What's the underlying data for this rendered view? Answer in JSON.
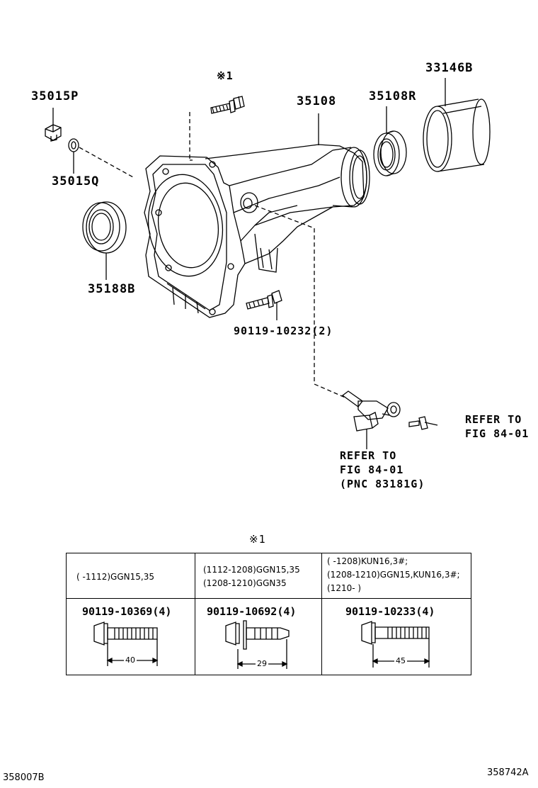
{
  "parts": {
    "p33146B": "33146B",
    "p35015P": "35015P",
    "p35108": "35108",
    "p35108R": "35108R",
    "p35015Q": "35015Q",
    "p35188B": "35188B",
    "p90119_10232": "90119-10232(2)",
    "note_mark": "※1"
  },
  "refer_right": {
    "line1": "REFER TO",
    "line2": "FIG 84-01"
  },
  "refer_bottom": {
    "line1": "REFER TO",
    "line2": "FIG 84-01",
    "line3": "(PNC 83181G)"
  },
  "table": {
    "mark": "※1",
    "columns": [
      {
        "applicability": [
          "(      -1112)GGN15,35"
        ],
        "part_number": "90119-10369(4)",
        "length": "40"
      },
      {
        "applicability": [
          "(1112-1208)GGN15,35",
          "(1208-1210)GGN35"
        ],
        "part_number": "90119-10692(4)",
        "length": "29"
      },
      {
        "applicability": [
          "(      -1208)KUN16,3#;",
          "(1208-1210)GGN15,KUN16,3#;",
          "(1210-      )"
        ],
        "part_number": "90119-10233(4)",
        "length": "45"
      }
    ]
  },
  "footer": {
    "left": "358007B",
    "right": "358742A"
  }
}
